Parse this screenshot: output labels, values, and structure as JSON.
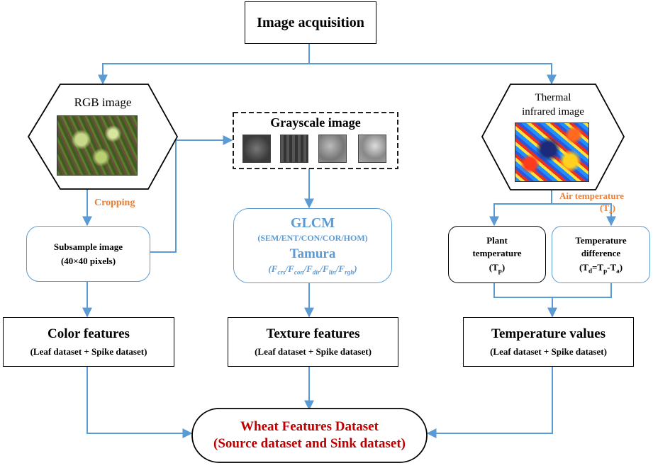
{
  "title": "Image acquisition",
  "rgb": {
    "label": "RGB image",
    "cropping": "Cropping"
  },
  "subsample": {
    "line1": "Subsample image",
    "line2": "(40×40 pixels)"
  },
  "grayscale": {
    "label": "Grayscale image"
  },
  "glcm": {
    "title": "GLCM",
    "params": "(SEM/ENT/CON/COR/HOM)",
    "tamura": "Tamura",
    "tamura_params": [
      "F",
      "crs",
      "/F",
      "con",
      "/F",
      "dir",
      "/F",
      "lin",
      "/F",
      "rgh",
      ")"
    ]
  },
  "thermal": {
    "line1": "Thermal",
    "line2": "infrared image",
    "air1": "Air temperature",
    "air2": "T",
    "air2sub": "a"
  },
  "plant_temp": {
    "line1": "Plant",
    "line2": "temperature",
    "symbol": "T",
    "sub": "p"
  },
  "temp_diff": {
    "line1": "Temperature",
    "line2": "difference",
    "formula": [
      "T",
      "d",
      "=T",
      "p",
      "-T",
      "a"
    ]
  },
  "color_features": {
    "title": "Color features",
    "sub": "(Leaf dataset + Spike dataset)"
  },
  "texture_features": {
    "title": "Texture features",
    "sub": "(Leaf dataset + Spike dataset)"
  },
  "temperature_values": {
    "title": "Temperature values",
    "sub": "(Leaf dataset + Spike dataset)"
  },
  "wheat": {
    "line1": "Wheat Features Dataset",
    "line2": "(Source dataset and Sink dataset)"
  },
  "colors": {
    "arrow": "#5b9bd5",
    "accent": "#ed7d31",
    "wheat_text": "#c00000"
  }
}
